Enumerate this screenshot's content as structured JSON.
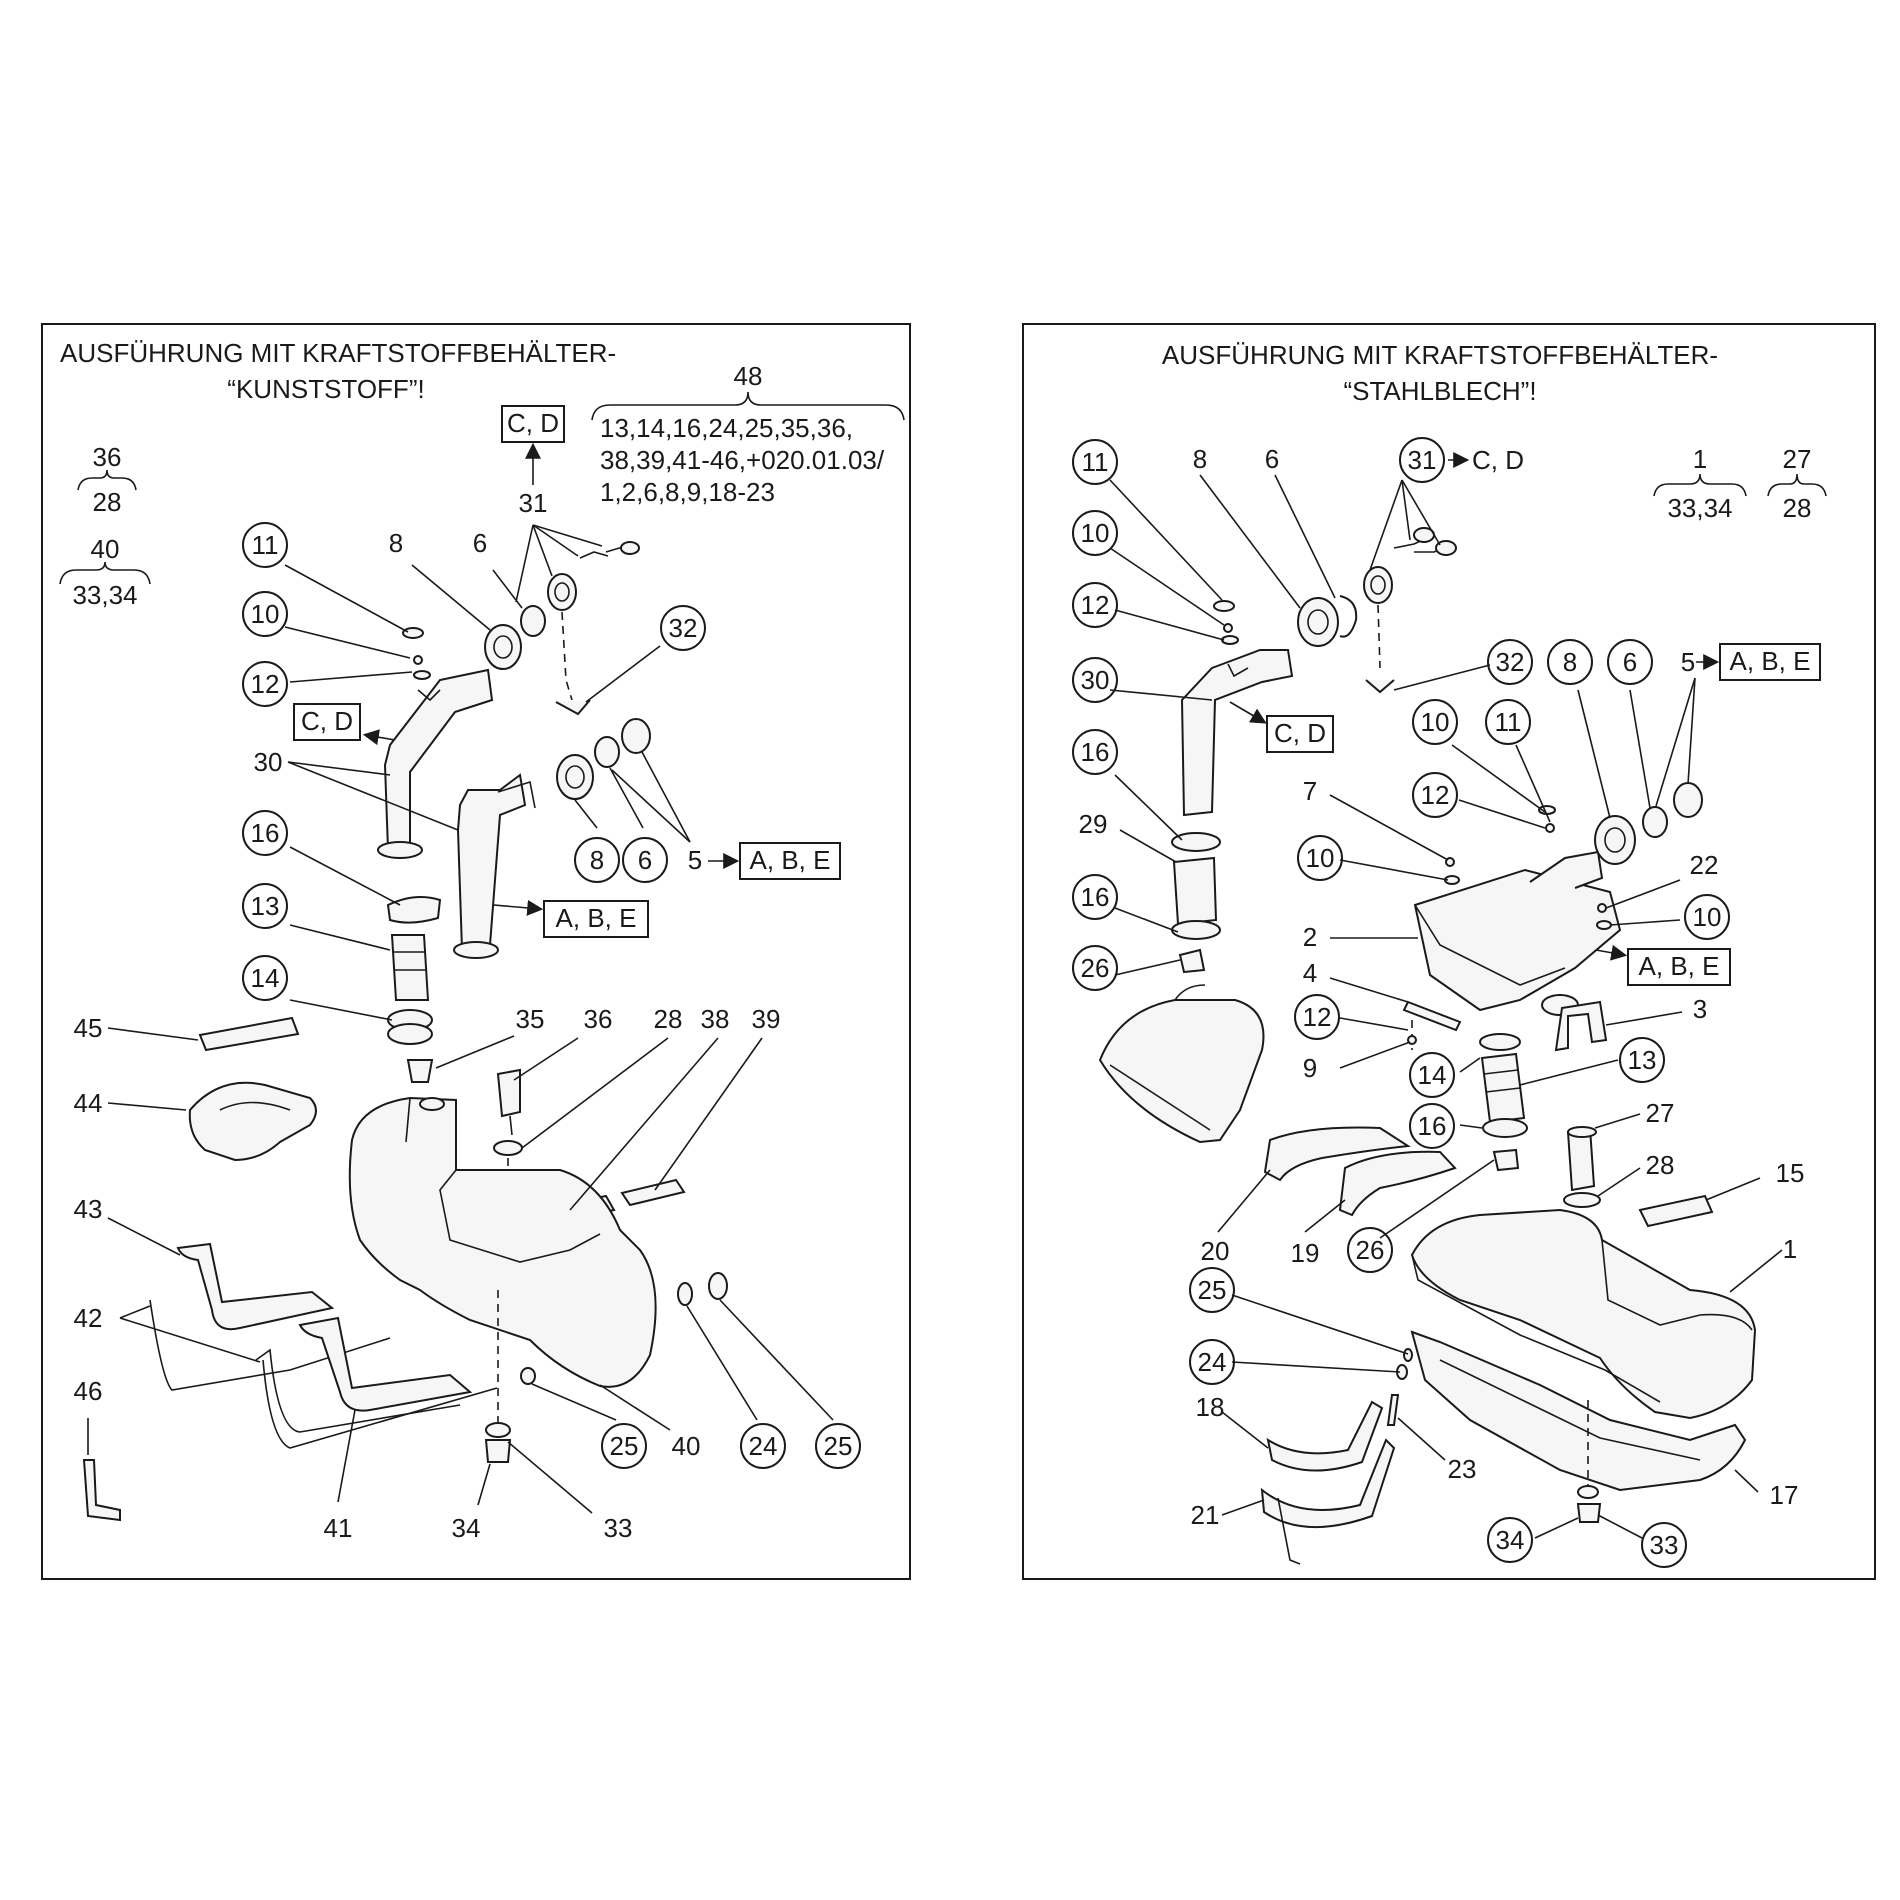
{
  "panels": [
    {
      "title_line1": "AUSFÜHRUNG MIT KRAFTSTOFFBEHÄLTER-",
      "title_line2": "“KUNSTSTOFF”!",
      "kit_number": "48",
      "kit_lines": [
        "13,14,16,24,25,35,36,",
        "38,39,41-46,+020.01.03/",
        "1,2,6,8,9,18-23"
      ],
      "groups": [
        {
          "top": "36",
          "bottom": "28"
        },
        {
          "top": "40",
          "bottom": "33,34"
        }
      ],
      "ref_boxes": [
        "C, D",
        "C, D",
        "A, B, E",
        "A, B, E"
      ],
      "circled": [
        "11",
        "10",
        "12",
        "16",
        "13",
        "14",
        "8",
        "6",
        "32",
        "25",
        "24",
        "25"
      ],
      "plain": [
        "8",
        "6",
        "31",
        "30",
        "5",
        "35",
        "36",
        "28",
        "38",
        "39",
        "45",
        "44",
        "43",
        "42",
        "46",
        "41",
        "40",
        "34",
        "33"
      ]
    },
    {
      "title_line1": "AUSFÜHRUNG MIT KRAFTSTOFFBEHÄLTER-",
      "title_line2": "“STAHLBLECH”!",
      "groups": [
        {
          "top": "1",
          "bottom": "33,34"
        },
        {
          "top": "27",
          "bottom": "28"
        }
      ],
      "ref_boxes": [
        "C, D",
        "A, B, E",
        "A, B, E"
      ],
      "ref_arrow_text": "C, D",
      "circled": [
        "11",
        "10",
        "12",
        "30",
        "16",
        "16",
        "26",
        "31",
        "32",
        "8",
        "6",
        "10",
        "11",
        "12",
        "10",
        "10",
        "12",
        "14",
        "16",
        "13",
        "26",
        "25",
        "24",
        "34",
        "33"
      ],
      "plain": [
        "8",
        "6",
        "29",
        "5",
        "7",
        "22",
        "2",
        "4",
        "3",
        "9",
        "27",
        "28",
        "15",
        "20",
        "19",
        "1",
        "18",
        "23",
        "17",
        "21"
      ]
    }
  ]
}
